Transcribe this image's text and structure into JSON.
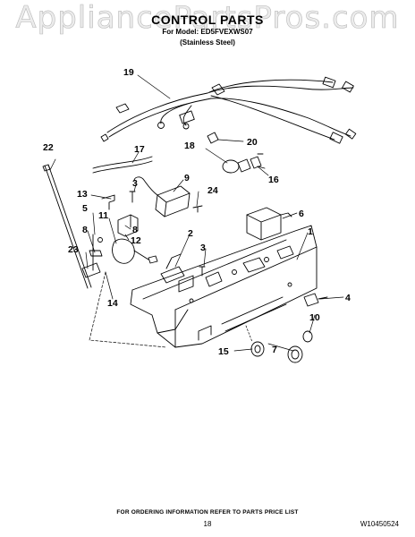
{
  "watermark": "AppliancePartsPros.com",
  "header": {
    "title": "CONTROL PARTS",
    "model_line": "For Model: ED5FVEXWS07",
    "finish_line": "(Stainless Steel)"
  },
  "callouts": [
    {
      "id": "c1",
      "text": "1"
    },
    {
      "id": "c2",
      "text": "2"
    },
    {
      "id": "c3a",
      "text": "3"
    },
    {
      "id": "c3b",
      "text": "3"
    },
    {
      "id": "c4",
      "text": "4"
    },
    {
      "id": "c5",
      "text": "5"
    },
    {
      "id": "c6",
      "text": "6"
    },
    {
      "id": "c7",
      "text": "7"
    },
    {
      "id": "c8a",
      "text": "8"
    },
    {
      "id": "c8b",
      "text": "8"
    },
    {
      "id": "c9",
      "text": "9"
    },
    {
      "id": "c10",
      "text": "10"
    },
    {
      "id": "c11",
      "text": "11"
    },
    {
      "id": "c12",
      "text": "12"
    },
    {
      "id": "c13",
      "text": "13"
    },
    {
      "id": "c14",
      "text": "14"
    },
    {
      "id": "c15",
      "text": "15"
    },
    {
      "id": "c16",
      "text": "16"
    },
    {
      "id": "c17",
      "text": "17"
    },
    {
      "id": "c18",
      "text": "18"
    },
    {
      "id": "c19",
      "text": "19"
    },
    {
      "id": "c20",
      "text": "20"
    },
    {
      "id": "c22",
      "text": "22"
    },
    {
      "id": "c23",
      "text": "23"
    },
    {
      "id": "c24",
      "text": "24"
    }
  ],
  "footer": {
    "note": "FOR ORDERING INFORMATION REFER TO PARTS PRICE LIST",
    "page": "18",
    "doc_number": "W10450524"
  }
}
